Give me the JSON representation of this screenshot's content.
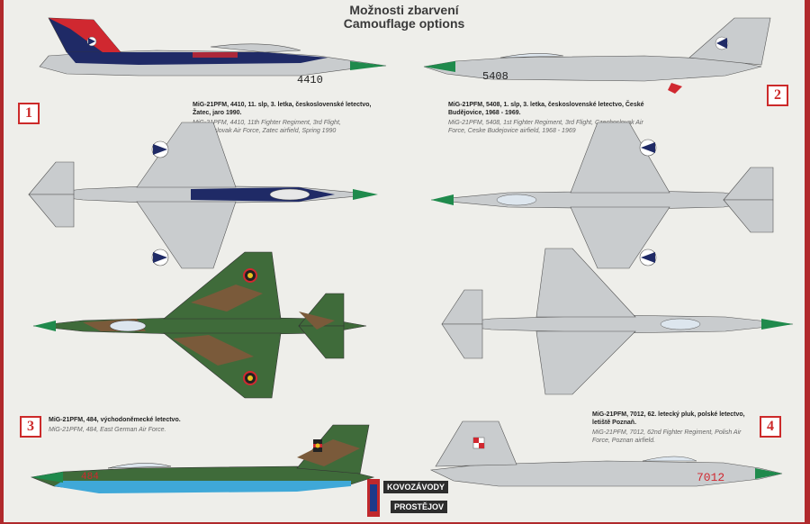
{
  "header": {
    "title_cz": "Možnosti zbarvení",
    "title_en": "Camouflage options"
  },
  "options": [
    {
      "number": "1",
      "serial": "4410",
      "caption_cz": "MiG-21PFM, 4410, 11. slp, 3. letka, československé letectvo, Žatec, jaro 1990.",
      "caption_en": "MiG-21PFM, 4410, 11th Fighter Regiment, 3rd Flight, Czechoslovak Air Force, Zatec airfield, Spring 1990"
    },
    {
      "number": "2",
      "serial": "5408",
      "caption_cz": "MiG-21PFM, 5408, 1. slp, 3. letka, československé letectvo, České Budějovice, 1968 - 1969.",
      "caption_en": "MiG-21PFM, 5408, 1st Fighter Regiment, 3rd Flight, Czechoslovak Air Force, Ceske Budejovice airfield, 1968 - 1969"
    },
    {
      "number": "3",
      "serial": "484",
      "caption_cz": "MiG-21PFM, 484, východoněmecké letectvo.",
      "caption_en": "MiG-21PFM, 484, East German Air Force."
    },
    {
      "number": "4",
      "serial": "7012",
      "caption_cz": "MiG-21PFM, 7012, 62. letecký pluk, polské letectvo, letiště Poznaň.",
      "caption_en": "MiG-21PFM, 7012, 62nd Fighter Regiment, Polish Air Force, Poznan airfield."
    }
  ],
  "logo": {
    "line1": "KOVOZÁVODY",
    "line2": "PROSTĚJOV"
  },
  "colors": {
    "border": "#b0292c",
    "sheet": "#eeeeea",
    "aircraft_grey": "#c9ccce",
    "nose_green": "#1f8a4c",
    "czech_blue": "#1f2a66",
    "czech_red": "#d02830",
    "gdr_green": "#3f6b3a",
    "gdr_brown": "#7a5a3a",
    "gdr_underside": "#3fa8d8"
  }
}
